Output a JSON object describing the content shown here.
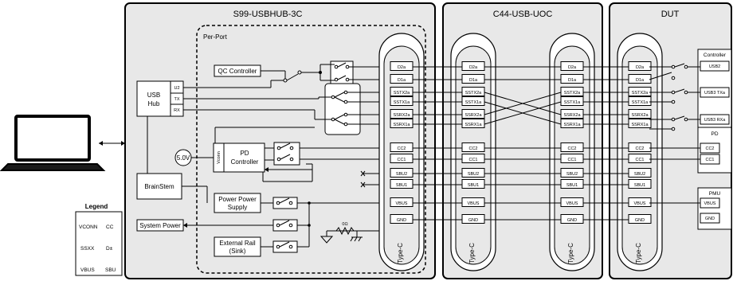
{
  "panels": {
    "hub_title": "S99-USBHUB-3C",
    "cable_title": "C44-USB-UOC",
    "dut_title": "DUT",
    "per_port": "Per-Port"
  },
  "blocks": {
    "qc_controller": "QC Controller",
    "usb_hub_line1": "USB",
    "usb_hub_line2": "Hub",
    "hub_u2": "U2",
    "hub_tx": "TX",
    "hub_rx": "RX",
    "brainstem": "BrainStem",
    "vconn_supply": "5.0V",
    "vconn_label": "Vconn",
    "pd_controller_line1": "PD",
    "pd_controller_line2": "Controller",
    "power_supply_line1": "Power Power",
    "power_supply_line2": "Supply",
    "system_power": "System Power",
    "external_rail_line1": "External Rail",
    "external_rail_line2": "(Sink)",
    "resistor": "0Ω"
  },
  "connector": {
    "type_label": "Type-C",
    "pins": [
      "D2a",
      "D1a",
      "SSTX2a",
      "SSTX1a",
      "SSRX2a",
      "SSRX1a",
      "CC2",
      "CC1",
      "SBU2",
      "SBU1",
      "VBUS",
      "GND"
    ],
    "cable_left_pins": [
      "D2a",
      "D1a",
      "SSTX2a",
      "SSTX1a",
      "SSRX2a",
      "SSRX1a",
      "CC2",
      "CC1",
      "SBU2",
      "SBU1",
      "VBUS",
      "GND"
    ],
    "cable_right_pins": [
      "D2a",
      "D1a",
      "SSTX2a",
      "SSTX1a",
      "SSRX2a",
      "SSRX1a",
      "CC2",
      "CC1",
      "SBU2",
      "SBU1",
      "VBUS",
      "GND"
    ]
  },
  "dut": {
    "controller": "Controller",
    "usb2": "USB2",
    "usb3_tx": "USB3 TXa",
    "usb3_rx": "USB3 RXa",
    "pd": "PD",
    "pd_cc2": "CC2",
    "pd_cc1": "CC1",
    "pmu": "PMU",
    "pmu_vbus": "VBUS",
    "pmu_gnd": "GND"
  },
  "legend": {
    "title": "Legend",
    "items": [
      "VCONN",
      "CC",
      "SSXX",
      "D±",
      "VBUS",
      "SBU"
    ]
  }
}
